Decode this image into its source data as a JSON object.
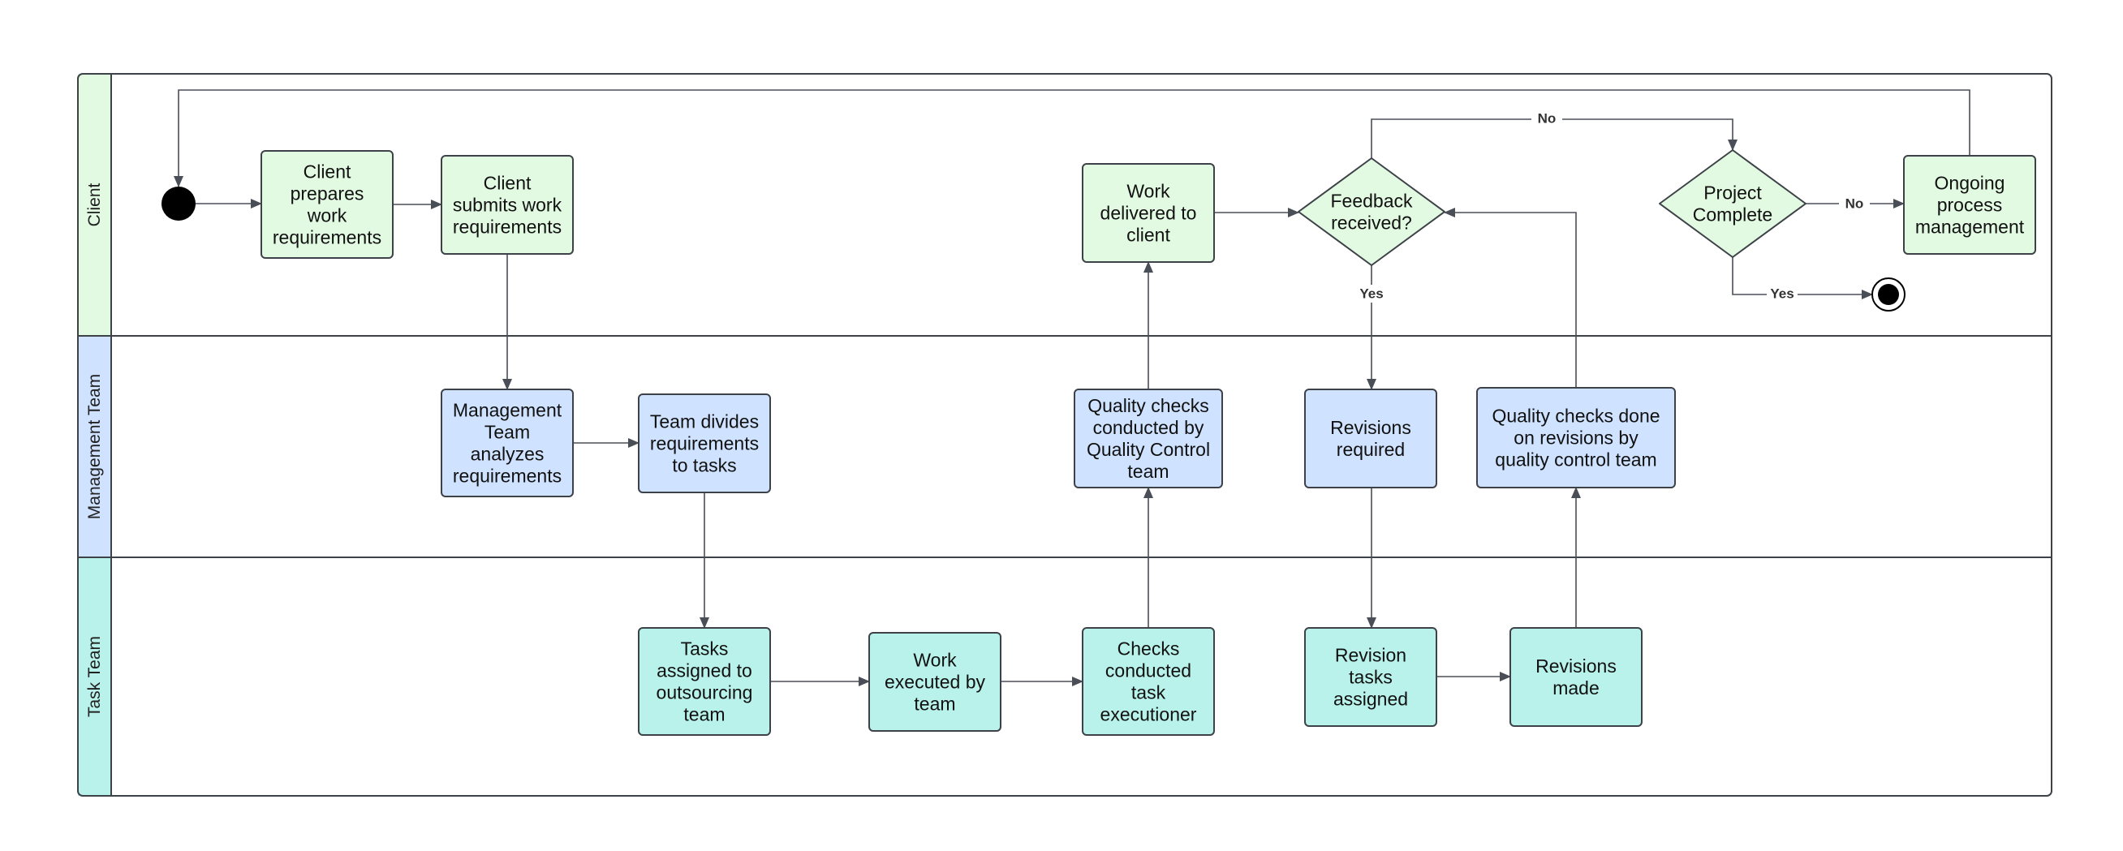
{
  "colors": {
    "client_fill": "#e2f9e2",
    "management_fill": "#cfe2ff",
    "task_fill": "#b8f2ea",
    "stroke": "#3d4148",
    "terminal": "#000000"
  },
  "lanes": [
    {
      "id": "client",
      "label": "Client",
      "color": "#e2f9e2"
    },
    {
      "id": "management",
      "label": "Management Team",
      "color": "#cfe2ff"
    },
    {
      "id": "task",
      "label": "Task Team",
      "color": "#b8f2ea"
    }
  ],
  "nodes": [
    {
      "id": "start",
      "type": "start",
      "lane": "client"
    },
    {
      "id": "client_prepares",
      "type": "process",
      "lane": "client",
      "lines": [
        "Client",
        "prepares",
        "work",
        "requirements"
      ]
    },
    {
      "id": "client_submits",
      "type": "process",
      "lane": "client",
      "lines": [
        "Client",
        "submits work",
        "requirements"
      ]
    },
    {
      "id": "work_delivered",
      "type": "process",
      "lane": "client",
      "lines": [
        "Work",
        "delivered to",
        "client"
      ]
    },
    {
      "id": "feedback_received",
      "type": "decision",
      "lane": "client",
      "lines": [
        "Feedback",
        "received?"
      ]
    },
    {
      "id": "project_complete",
      "type": "decision",
      "lane": "client",
      "lines": [
        "Project",
        "Complete"
      ]
    },
    {
      "id": "ongoing_process",
      "type": "process",
      "lane": "client",
      "lines": [
        "Ongoing",
        "process",
        "management"
      ]
    },
    {
      "id": "end",
      "type": "end",
      "lane": "client"
    },
    {
      "id": "mgmt_analyzes",
      "type": "process",
      "lane": "management",
      "lines": [
        "Management",
        "Team",
        "analyzes",
        "requirements"
      ]
    },
    {
      "id": "team_divides",
      "type": "process",
      "lane": "management",
      "lines": [
        "Team divides",
        "requirements",
        "to tasks"
      ]
    },
    {
      "id": "qc_checks",
      "type": "process",
      "lane": "management",
      "lines": [
        "Quality checks",
        "conducted by",
        "Quality Control",
        "team"
      ]
    },
    {
      "id": "revisions_required",
      "type": "process",
      "lane": "management",
      "lines": [
        "Revisions",
        "required"
      ]
    },
    {
      "id": "qc_revisions",
      "type": "process",
      "lane": "management",
      "lines": [
        "Quality checks done",
        "on revisions by",
        "quality control team"
      ]
    },
    {
      "id": "tasks_assigned",
      "type": "process",
      "lane": "task",
      "lines": [
        "Tasks",
        "assigned to",
        "outsourcing",
        "team"
      ]
    },
    {
      "id": "work_executed",
      "type": "process",
      "lane": "task",
      "lines": [
        "Work",
        "executed by",
        "team"
      ]
    },
    {
      "id": "checks_conducted",
      "type": "process",
      "lane": "task",
      "lines": [
        "Checks",
        "conducted",
        "task",
        "executioner"
      ]
    },
    {
      "id": "revision_tasks",
      "type": "process",
      "lane": "task",
      "lines": [
        "Revision",
        "tasks",
        "assigned"
      ]
    },
    {
      "id": "revisions_made",
      "type": "process",
      "lane": "task",
      "lines": [
        "Revisions",
        "made"
      ]
    }
  ],
  "edges": [
    {
      "id": "start_to_prepares",
      "from": "start",
      "to": "client_prepares",
      "label": ""
    },
    {
      "id": "prepares_to_submits",
      "from": "client_prepares",
      "to": "client_submits",
      "label": ""
    },
    {
      "id": "submits_to_analyzes",
      "from": "client_submits",
      "to": "mgmt_analyzes",
      "label": ""
    },
    {
      "id": "analyzes_to_divides",
      "from": "mgmt_analyzes",
      "to": "team_divides",
      "label": ""
    },
    {
      "id": "divides_to_assigned",
      "from": "team_divides",
      "to": "tasks_assigned",
      "label": ""
    },
    {
      "id": "assigned_to_executed",
      "from": "tasks_assigned",
      "to": "work_executed",
      "label": ""
    },
    {
      "id": "executed_to_checks",
      "from": "work_executed",
      "to": "checks_conducted",
      "label": ""
    },
    {
      "id": "checks_to_qc",
      "from": "checks_conducted",
      "to": "qc_checks",
      "label": ""
    },
    {
      "id": "qc_to_delivered",
      "from": "qc_checks",
      "to": "work_delivered",
      "label": ""
    },
    {
      "id": "delivered_to_feedback",
      "from": "work_delivered",
      "to": "feedback_received",
      "label": ""
    },
    {
      "id": "feedback_no_to_complete",
      "from": "feedback_received",
      "to": "project_complete",
      "label": "No"
    },
    {
      "id": "feedback_yes_to_revisions",
      "from": "feedback_received",
      "to": "revisions_required",
      "label": "Yes"
    },
    {
      "id": "revisions_to_revision_tasks",
      "from": "revisions_required",
      "to": "revision_tasks",
      "label": ""
    },
    {
      "id": "revision_tasks_to_made",
      "from": "revision_tasks",
      "to": "revisions_made",
      "label": ""
    },
    {
      "id": "made_to_qc_revisions",
      "from": "revisions_made",
      "to": "qc_revisions",
      "label": ""
    },
    {
      "id": "qc_revisions_to_feedback",
      "from": "qc_revisions",
      "to": "feedback_received",
      "label": ""
    },
    {
      "id": "complete_no_to_ongoing",
      "from": "project_complete",
      "to": "ongoing_process",
      "label": "No"
    },
    {
      "id": "complete_yes_to_end",
      "from": "project_complete",
      "to": "end",
      "label": "Yes"
    },
    {
      "id": "ongoing_loop_to_start",
      "from": "ongoing_process",
      "to": "start",
      "label": ""
    }
  ]
}
